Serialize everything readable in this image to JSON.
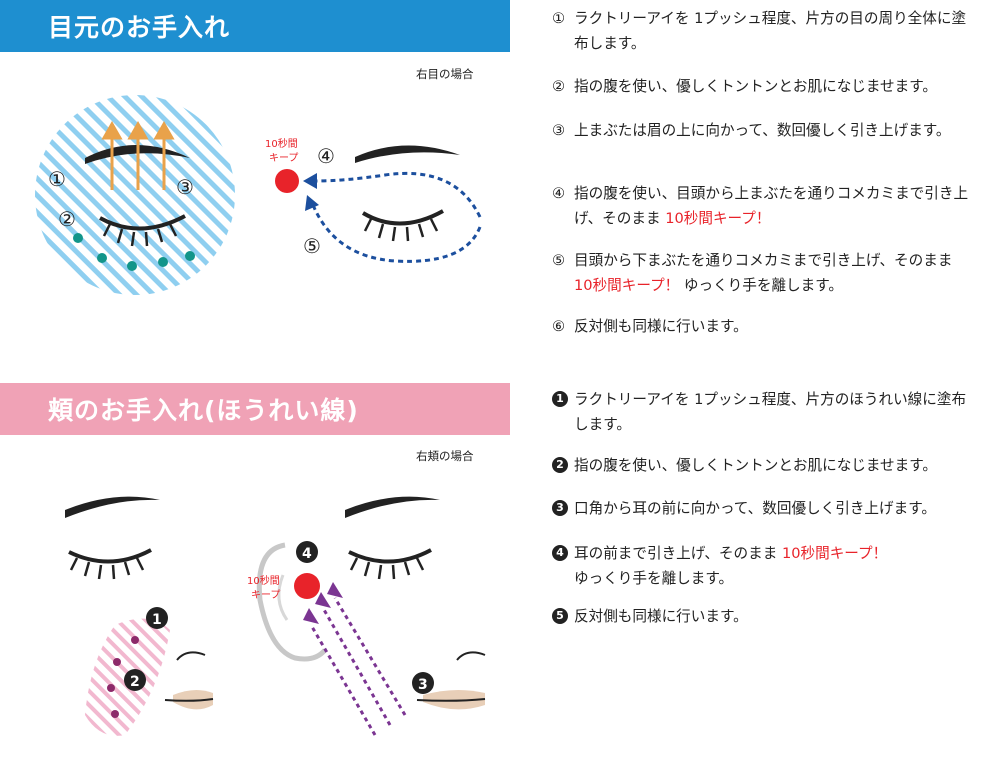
{
  "eye_section": {
    "title": "目元のお手入れ",
    "case_label": "右目の場合",
    "diagram": {
      "marker_1": "①",
      "marker_2": "②",
      "marker_3": "③",
      "marker_4": "④",
      "marker_5": "⑤",
      "keep_line1": "10秒間",
      "keep_line2": "キープ"
    },
    "steps": [
      {
        "num": "①",
        "text": "ラクトリーアイを 1プッシュ程度、片方の目の周り全体に塗布します。"
      },
      {
        "num": "②",
        "text": "指の腹を使い、優しくトントンとお肌になじませます。"
      },
      {
        "num": "③",
        "text": "上まぶたは眉の上に向かって、数回優しく引き上げます。"
      },
      {
        "num": "④",
        "text": "指の腹を使い、目頭から上まぶたを通りコメカミまで引き上げ、そのまま ",
        "highlight": "10秒間キープ！",
        "after": ""
      },
      {
        "num": "⑤",
        "text": "目頭から下まぶたを通りコメカミまで引き上げ、そのまま ",
        "highlight": "10秒間キープ！",
        "after": " ゆっくり手を離します。"
      },
      {
        "num": "⑥",
        "text": "反対側も同様に行います。"
      }
    ]
  },
  "cheek_section": {
    "title": "頬のお手入れ(ほうれい線)",
    "case_label": "右頬の場合",
    "diagram": {
      "marker_1": "1",
      "marker_2": "2",
      "marker_3": "3",
      "marker_4": "4",
      "keep_line1": "10秒間",
      "keep_line2": "キープ"
    },
    "steps": [
      {
        "num": "1",
        "text": "ラクトリーアイを 1プッシュ程度、片方のほうれい線に塗布します。"
      },
      {
        "num": "2",
        "text": "指の腹を使い、優しくトントンとお肌になじませます。"
      },
      {
        "num": "3",
        "text": "口角から耳の前に向かって、数回優しく引き上げます。"
      },
      {
        "num": "4",
        "text": "耳の前まで引き上げ、そのまま ",
        "highlight": "10秒間キープ！",
        "after": "ゆっくり手を離します。"
      },
      {
        "num": "5",
        "text": "反対側も同様に行います。"
      }
    ]
  },
  "colors": {
    "eye_header": "#1e8fd0",
    "cheek_header": "#f0a2b6",
    "highlight_red": "#e8232a",
    "teal_dot": "#12958a",
    "purple_dot": "#8d2a6a",
    "arrow_orange": "#e9a24a",
    "arrow_blue": "#1c4f9e",
    "arrow_purple": "#7b3592"
  }
}
